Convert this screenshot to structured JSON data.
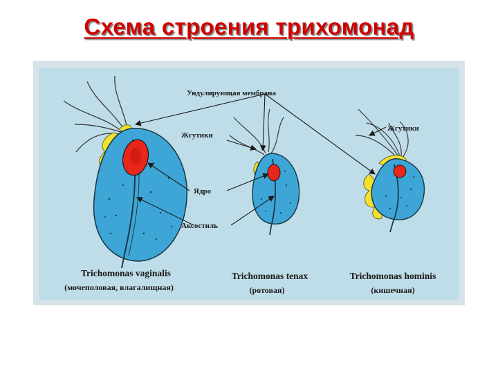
{
  "title": "Схема строения трихомонад",
  "figure": {
    "labels": {
      "membrane": "Ундулирующая мембрана",
      "flagella_1": "Жгутики",
      "flagella_2": "Жгутики",
      "nucleus": "Ядро",
      "axostyle": "Аксостиль"
    },
    "species": [
      {
        "name": "Trichomonas vaginalis",
        "type": "(мочеполовая, влагалищная)"
      },
      {
        "name": "Trichomonas tenax",
        "type": "(ротовая)"
      },
      {
        "name": "Trichomonas hominis",
        "type": "(кишечная)"
      }
    ],
    "colors": {
      "panel": "#bfdde8",
      "frame": "#d6e4e9",
      "body": "#3ea6d6",
      "membrane": "#f2e22c",
      "nucleus": "#e8261a",
      "outline": "#1a3a4a",
      "title": "#d00000"
    }
  }
}
